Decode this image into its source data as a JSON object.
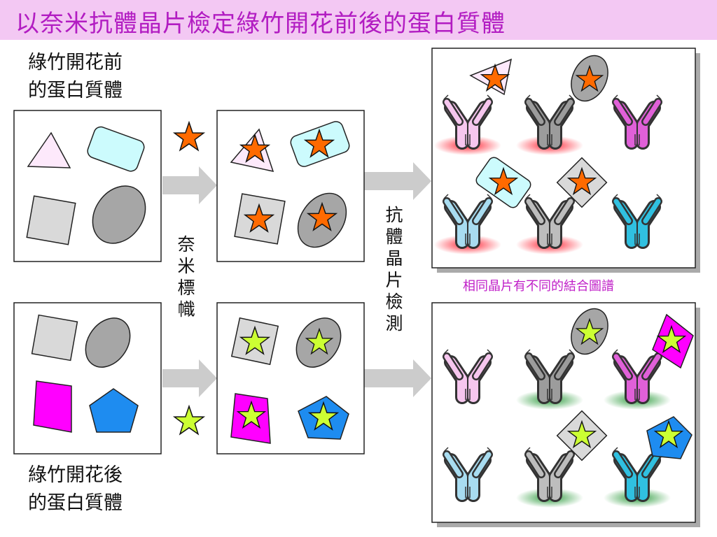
{
  "title": "以奈米抗體晶片檢定綠竹開花前後的蛋白質體",
  "before_label": {
    "line1": "綠竹開花前",
    "line2": "的蛋白質體"
  },
  "after_label": {
    "line1": "綠竹開花後",
    "line2": "的蛋白質體"
  },
  "nano_label": [
    "奈",
    "米",
    "標",
    "幟"
  ],
  "chip_label": [
    "抗",
    "體",
    "晶",
    "片",
    "檢",
    "測"
  ],
  "chip_caption": "相同晶片有不同的結合圖譜",
  "colors": {
    "title_bg": "#f3c8f3",
    "title_text": "#b21cc2",
    "orange_star": "#ff6a00",
    "green_star": "#ccff33",
    "red_glow": "#ff2030",
    "green_glow": "#2a9a3a",
    "arrow": "#cccccc",
    "caption": "#c020c8"
  },
  "icons": [
    "orange-star-icon",
    "green-star-icon",
    "antibody-icon",
    "arrow-right-icon"
  ]
}
